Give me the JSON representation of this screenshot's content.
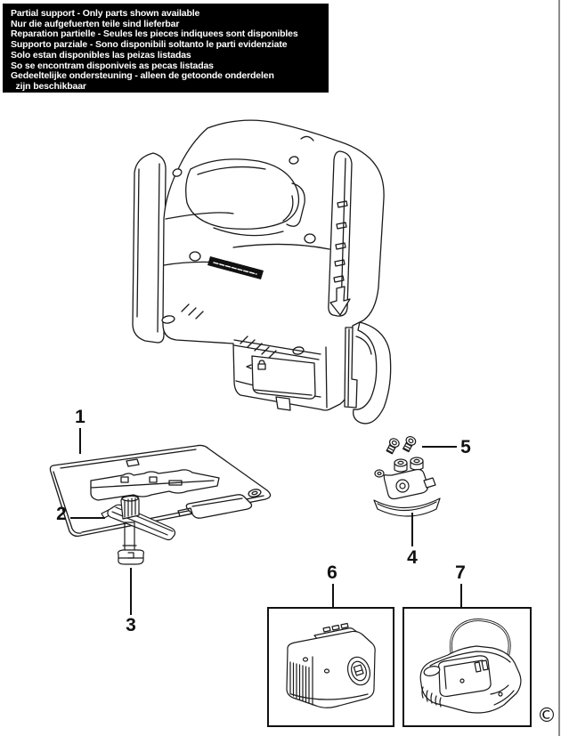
{
  "notice_box": {
    "bg_color": "#000000",
    "text_color": "#ffffff",
    "lines": [
      "Partial support - Only parts shown available",
      "Nur die aufgefuerten teile sind lieferbar",
      "Reparation partielle - Seules les pieces indiquees sont disponibles",
      "Supporto parziale - Sono disponibili soltanto le parti evidenziate",
      "Solo estan disponibles las peizas listadas",
      "So se encontram disponiveis as pecas listadas",
      "Gedeeltelijke ondersteuning - alleen de getoonde onderdelen",
      "  zijn beschikbaar"
    ]
  },
  "diagram": {
    "line_color": "#1a1a1a",
    "callouts": [
      "1",
      "2",
      "3",
      "4",
      "5",
      "6",
      "7"
    ]
  },
  "copyright_symbol": "©"
}
